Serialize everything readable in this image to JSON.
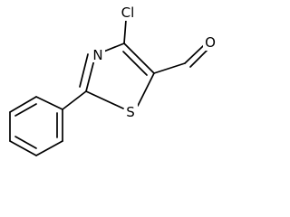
{
  "molecule": {
    "atoms": {
      "cl": "Cl",
      "n": "N",
      "s": "S",
      "o": "O"
    },
    "colors": {
      "line": "#000000",
      "background": "#ffffff"
    }
  }
}
